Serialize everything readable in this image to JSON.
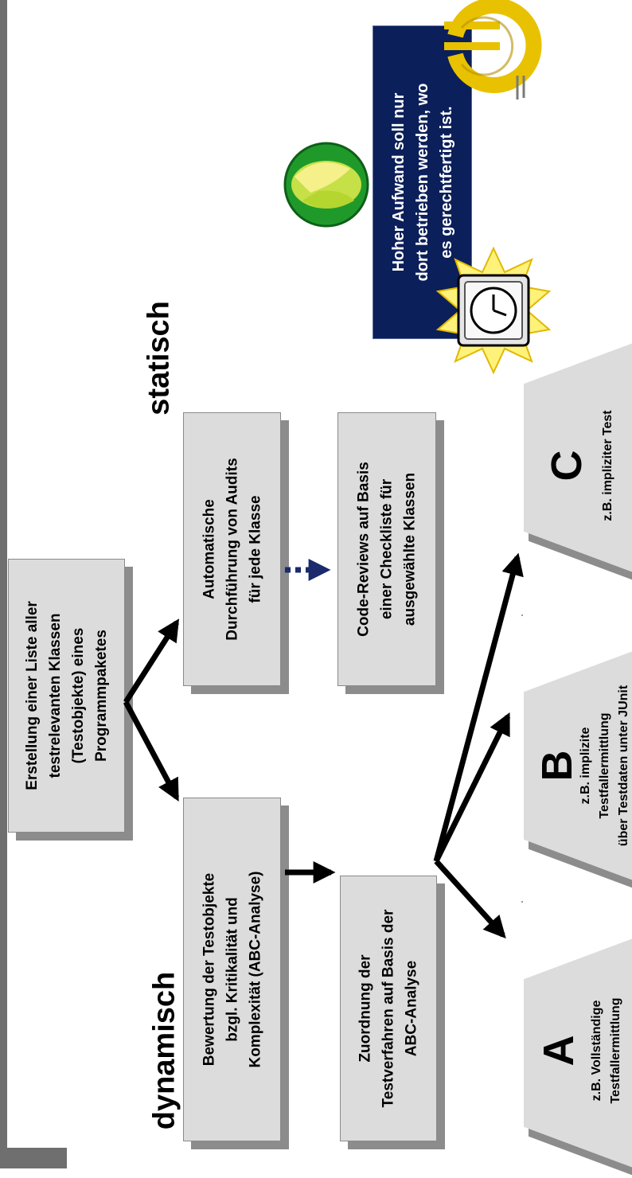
{
  "headings": {
    "dynamic": "dynamisch",
    "static": "statisch"
  },
  "boxes": {
    "list": "Erstellung einer Liste aller\ntestrelevanten Klassen\n(Testobjekte) eines\nProgrammpaketes",
    "rating": "Bewertung der Testobjekte\nbzgl. Kritikalität und\nKomplexität (ABC-Analyse)",
    "assignment": "Zuordnung der\nTestverfahren auf Basis der\nABC-Analyse",
    "audits": "Automatische\nDurchführung von Audits\nfür jede Klasse",
    "reviews": "Code-Reviews auf Basis\neiner Checkliste für\nausgewählte Klassen"
  },
  "categories": [
    {
      "letter": "A",
      "text": "z.B. Vollständige\nTestfallermittlung"
    },
    {
      "letter": "B",
      "text": "z.B. implizite\nTestfallermittlung\nüber Testdaten unter JUnit"
    },
    {
      "letter": "C",
      "text": "z.B. impliziter Test"
    }
  ],
  "callout": "Hoher Aufwand soll nur\ndort betrieben werden, wo\nes gerechtfertigt ist.",
  "colors": {
    "box_fill": "#dcdcdc",
    "shadow": "#8c8c8c",
    "callout": "#0b1f5a",
    "dotted_arrow": "#1a2a6c",
    "euro": "#e8c200",
    "globe_green": "#1f9a2a"
  },
  "icons": [
    "euro-icon",
    "globe-icon",
    "clock-icon"
  ]
}
